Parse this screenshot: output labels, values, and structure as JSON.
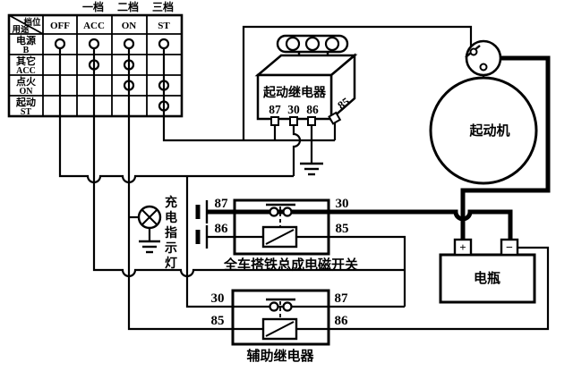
{
  "ignition_table": {
    "corner": {
      "top": "档位",
      "bottom": "用途"
    },
    "gear_headers": [
      "一档",
      "二档",
      "三档"
    ],
    "columns": [
      "OFF",
      "ACC",
      "ON",
      "ST"
    ],
    "rows": [
      {
        "name": "电源",
        "terminal": "B"
      },
      {
        "name": "其它",
        "terminal": "ACC"
      },
      {
        "name": "点火",
        "terminal": "ON"
      },
      {
        "name": "起动",
        "terminal": "ST"
      }
    ],
    "contacts": [
      [
        1,
        1,
        1,
        1
      ],
      [
        0,
        1,
        1,
        0
      ],
      [
        0,
        0,
        1,
        1
      ],
      [
        0,
        0,
        0,
        1
      ]
    ]
  },
  "starter_relay": {
    "label": "起动继电器",
    "pin_87": "87",
    "pin_30": "30",
    "pin_86": "86",
    "pin_85": "85"
  },
  "ground_switch": {
    "label": "全车搭铁总成电磁开关",
    "t87": "87",
    "t86": "86",
    "t30": "30",
    "t85": "85"
  },
  "aux_relay": {
    "label": "辅助继电器",
    "t30": "30",
    "t85": "85",
    "t87": "87",
    "t86": "86"
  },
  "starter": {
    "label": "起动机"
  },
  "battery": {
    "label": "电瓶",
    "positive": "+",
    "negative": "−"
  },
  "charge_lamp": {
    "label": "充电指示灯"
  },
  "colors": {
    "line": "#000000",
    "background": "#ffffff"
  }
}
